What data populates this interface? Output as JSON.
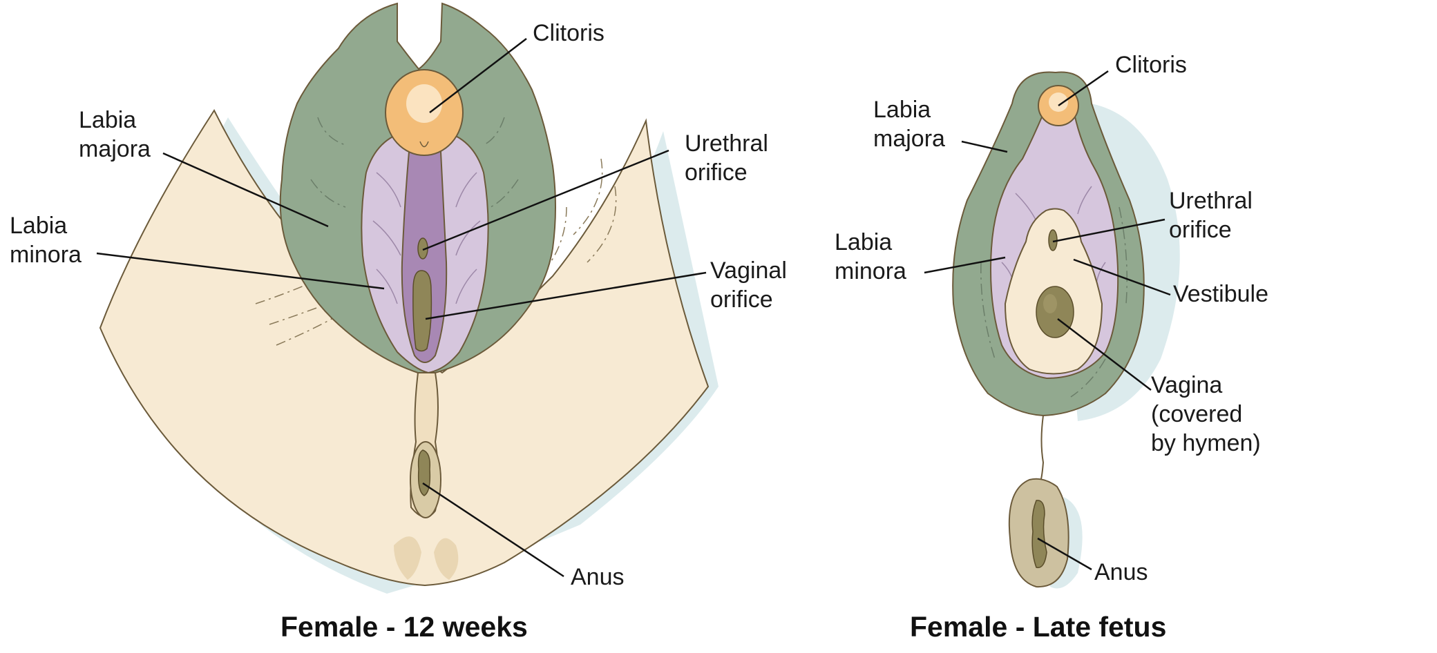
{
  "panels": {
    "left": {
      "caption": "Female - 12 weeks",
      "labels": {
        "clitoris": "Clitoris",
        "labia_majora": "Labia\nmajora",
        "labia_minora": "Labia\nminora",
        "urethral_orifice": "Urethral\norifice",
        "vaginal_orifice": "Vaginal\norifice",
        "anus": "Anus"
      }
    },
    "right": {
      "caption": "Female - Late fetus",
      "labels": {
        "clitoris": "Clitoris",
        "labia_majora": "Labia\nmajora",
        "labia_minora": "Labia\nminora",
        "urethral_orifice": "Urethral\norifice",
        "vestibule": "Vestibule",
        "vagina": "Vagina\n(covered\nby hymen)",
        "anus": "Anus"
      }
    }
  },
  "colors": {
    "skin": "#f7ead3",
    "skin_shade": "#e6d2ad",
    "labia_majora": "#92a98f",
    "labia_minora": "#d6c6dd",
    "inner_purple": "#a888b4",
    "clitoris": "#f3bd78",
    "orifice": "#8f8658",
    "anus_region": "#cdc1a0",
    "outline": "#6b5a3a",
    "shadow": "#cfe3e6"
  }
}
